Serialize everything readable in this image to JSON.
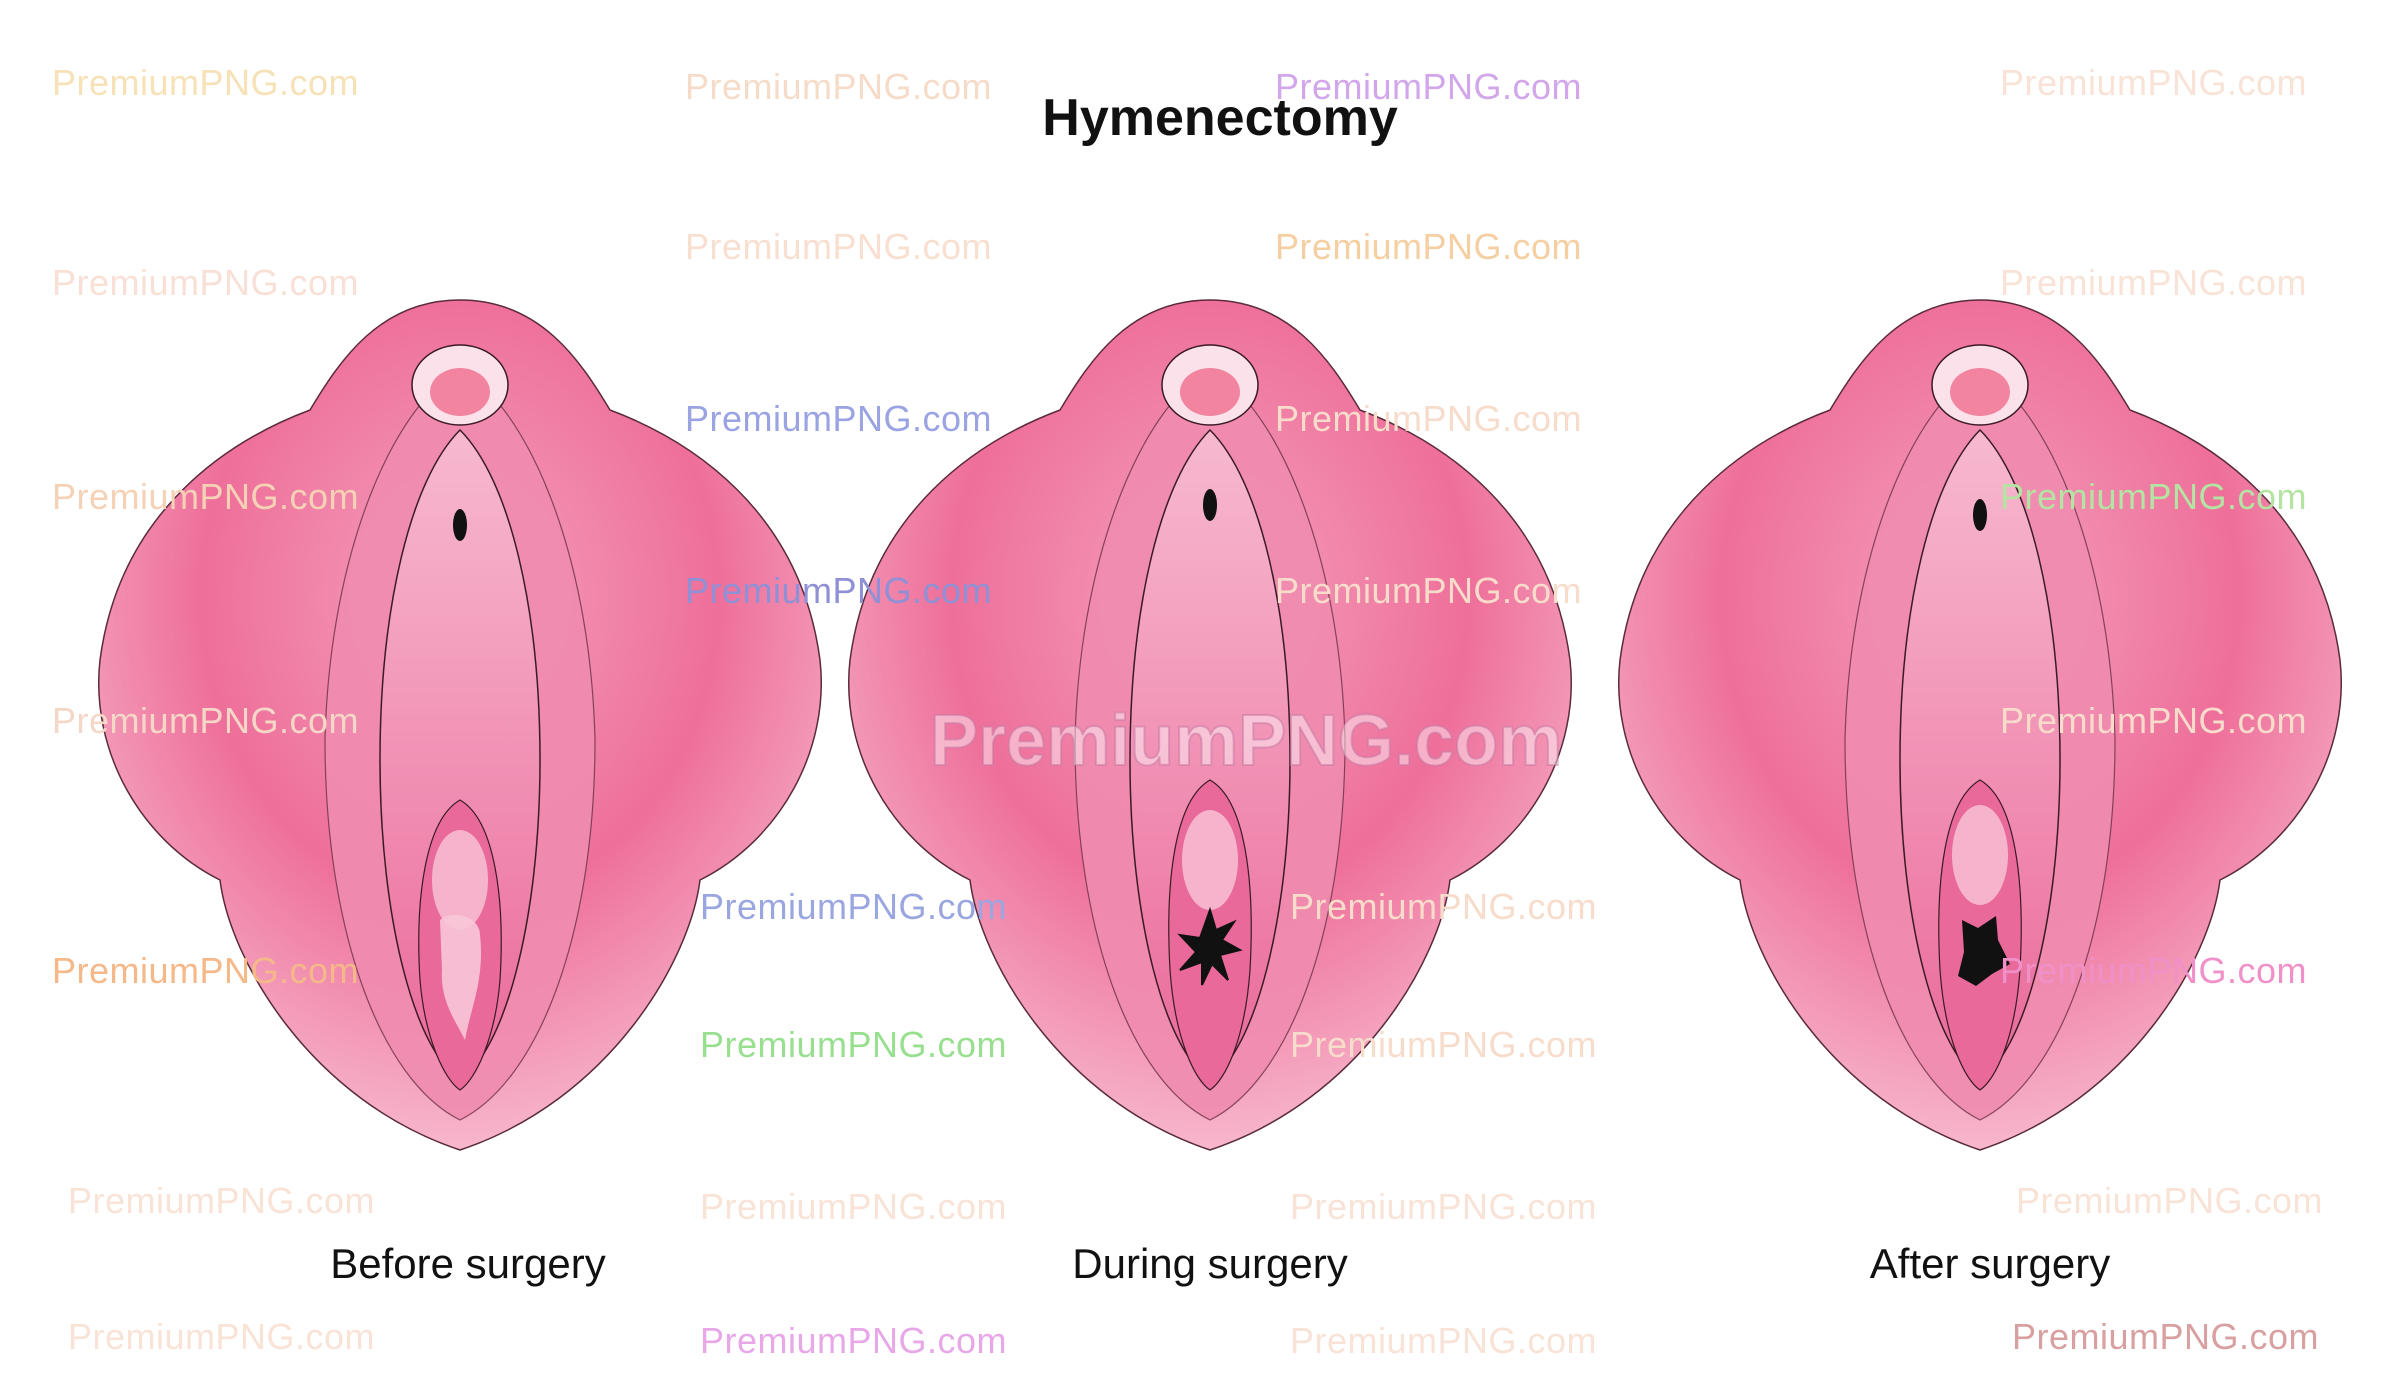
{
  "diagram": {
    "title": "Hymenectomy",
    "panels": [
      {
        "caption": "Before surgery",
        "stage": "before"
      },
      {
        "caption": "During surgery",
        "stage": "during"
      },
      {
        "caption": "After surgery",
        "stage": "after"
      }
    ]
  },
  "watermark": {
    "text": "PremiumPNG.com",
    "colors": [
      "#f2c79a",
      "#c5b0e6",
      "#9aa6e0",
      "#a6e39a",
      "#f0a8d0",
      "#d8a0a0",
      "#f7d8c0"
    ]
  },
  "palette": {
    "outer": "#ef7fa5",
    "outer_dark": "#e24d82",
    "inner": "#f4a6c2",
    "deep": "#e9699a",
    "light": "#fbd2e0",
    "cut": "#111111"
  }
}
